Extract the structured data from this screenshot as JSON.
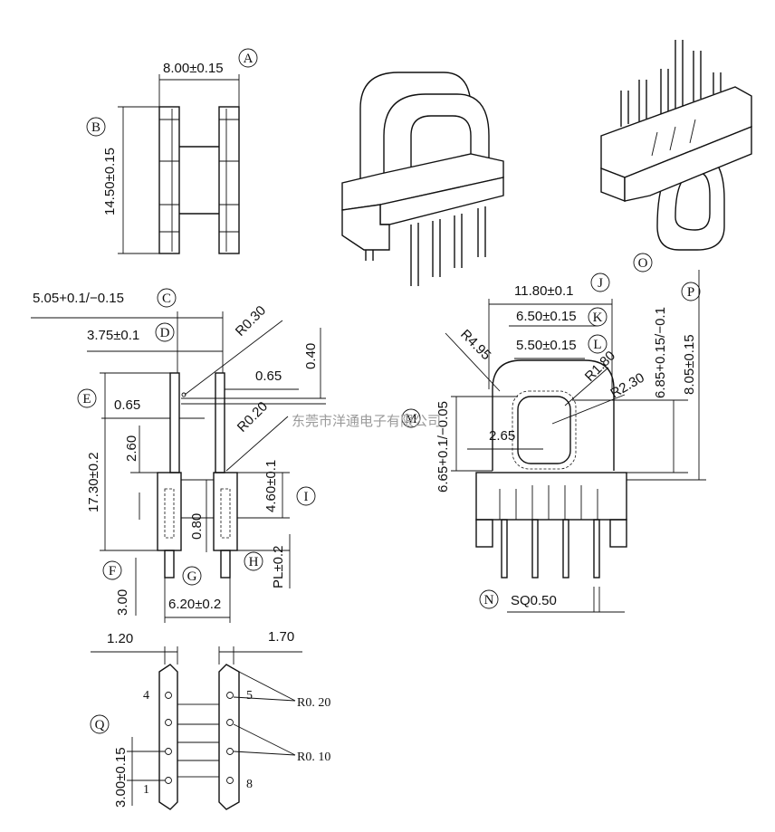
{
  "watermark": "东莞市洋通电子有限公司",
  "callouts": [
    "A",
    "B",
    "C",
    "D",
    "E",
    "F",
    "G",
    "H",
    "I",
    "J",
    "K",
    "L",
    "M",
    "N",
    "O",
    "P",
    "Q"
  ],
  "dims": {
    "a": "8.00±0.15",
    "b": "14.50±0.15",
    "c": "5.05+0.1/−0.15",
    "d": "3.75±0.1",
    "r030": "R0.30",
    "d040": "0.40",
    "d065a": "0.65",
    "d065b": "0.65",
    "e": "17.30±0.2",
    "r020": "R0.20",
    "d260": "2.60",
    "i": "4.60±0.1",
    "d080": "0.80",
    "f": "3.00",
    "g": "6.20±0.2",
    "h": "PL±0.2",
    "j": "11.80±0.1",
    "k": "6.50±0.15",
    "l": "5.50±0.15",
    "r495": "R4.95",
    "r180": "R1.80",
    "r230": "R2.30",
    "o": "6.85+0.15/−0.1",
    "p": "8.05±0.15",
    "d265": "2.65",
    "m": "6.65+0.1/−0.05",
    "n": "SQ0.50",
    "d120": "1.20",
    "d170": "1.70",
    "q": "3.00±0.15",
    "pin4": "4",
    "pin5": "5",
    "pin1": "1",
    "pin8": "8",
    "r020b": "R0. 20",
    "r010": "R0. 10"
  }
}
